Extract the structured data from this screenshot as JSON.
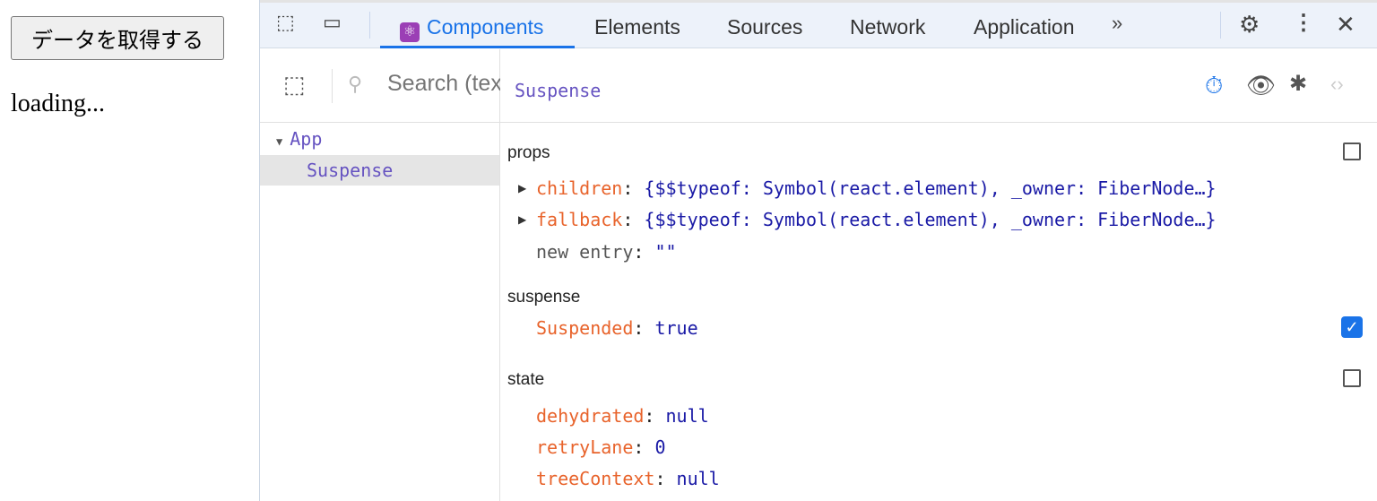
{
  "page": {
    "button_label": "データを取得する",
    "status_text": "loading..."
  },
  "devtools": {
    "tabs": [
      "Components",
      "Elements",
      "Sources",
      "Network",
      "Application"
    ],
    "active_tab": "Components",
    "accent": "#1a73e8",
    "search_placeholder": "Search (text or /regex/)",
    "tree": [
      {
        "name": "App",
        "expanded": true
      },
      {
        "name": "Suspense",
        "selected": true
      }
    ],
    "selected_component": "Suspense",
    "props": {
      "title": "props",
      "entries": [
        {
          "key": "children",
          "value": "{$$typeof: Symbol(react.element), _owner: FiberNode…}"
        },
        {
          "key": "fallback",
          "value": "{$$typeof: Symbol(react.element), _owner: FiberNode…}"
        }
      ],
      "new_entry_label": "new entry",
      "new_entry_value": "\"\""
    },
    "suspense": {
      "title": "suspense",
      "key": "Suspended",
      "value": "true",
      "checked": true
    },
    "state": {
      "title": "state",
      "entries": [
        {
          "key": "dehydrated",
          "value": "null"
        },
        {
          "key": "retryLane",
          "value": "0"
        },
        {
          "key": "treeContext",
          "value": "null"
        }
      ]
    }
  }
}
